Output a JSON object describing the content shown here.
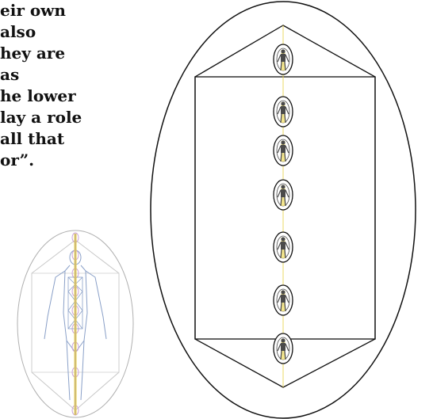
{
  "text": {
    "lines": [
      "eir own",
      " also",
      "hey are",
      " as",
      "he lower",
      "lay a role",
      "all that",
      "or”."
    ]
  },
  "main_figure": {
    "figure_count": 7,
    "figure_color": "#4a4a4a",
    "highlight_color": "#f2e27a",
    "stroke_color": "#111111"
  },
  "small_figure": {
    "outline_color": "#8aa0c8",
    "ellipse_color": "#c9a0d8",
    "accent_color": "#e8d44a"
  }
}
